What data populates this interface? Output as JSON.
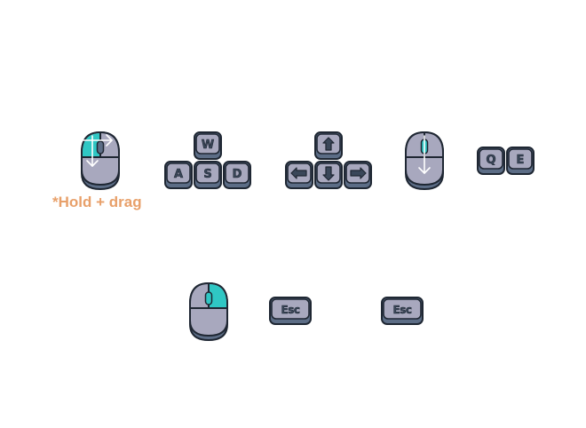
{
  "colors": {
    "key_face": "#a8a8be",
    "key_shadow": "#5c6d86",
    "outline": "#1f2733",
    "accent": "#2fc7c4",
    "note": "#e8a06a"
  },
  "row1": {
    "mouse_drag": {
      "icon": "mouse-left-drag-icon",
      "note": "*Hold + drag"
    },
    "wasd": [
      "W",
      "A",
      "S",
      "D"
    ],
    "arrows": [
      "arrow-up-icon",
      "arrow-left-icon",
      "arrow-down-icon",
      "arrow-right-icon"
    ],
    "mouse_scroll": {
      "icon": "mouse-scroll-icon"
    },
    "qe": [
      "Q",
      "E"
    ]
  },
  "row2": {
    "mouse_right": {
      "icon": "mouse-right-click-icon"
    },
    "esc_1": "Esc",
    "esc_2": "Esc"
  }
}
